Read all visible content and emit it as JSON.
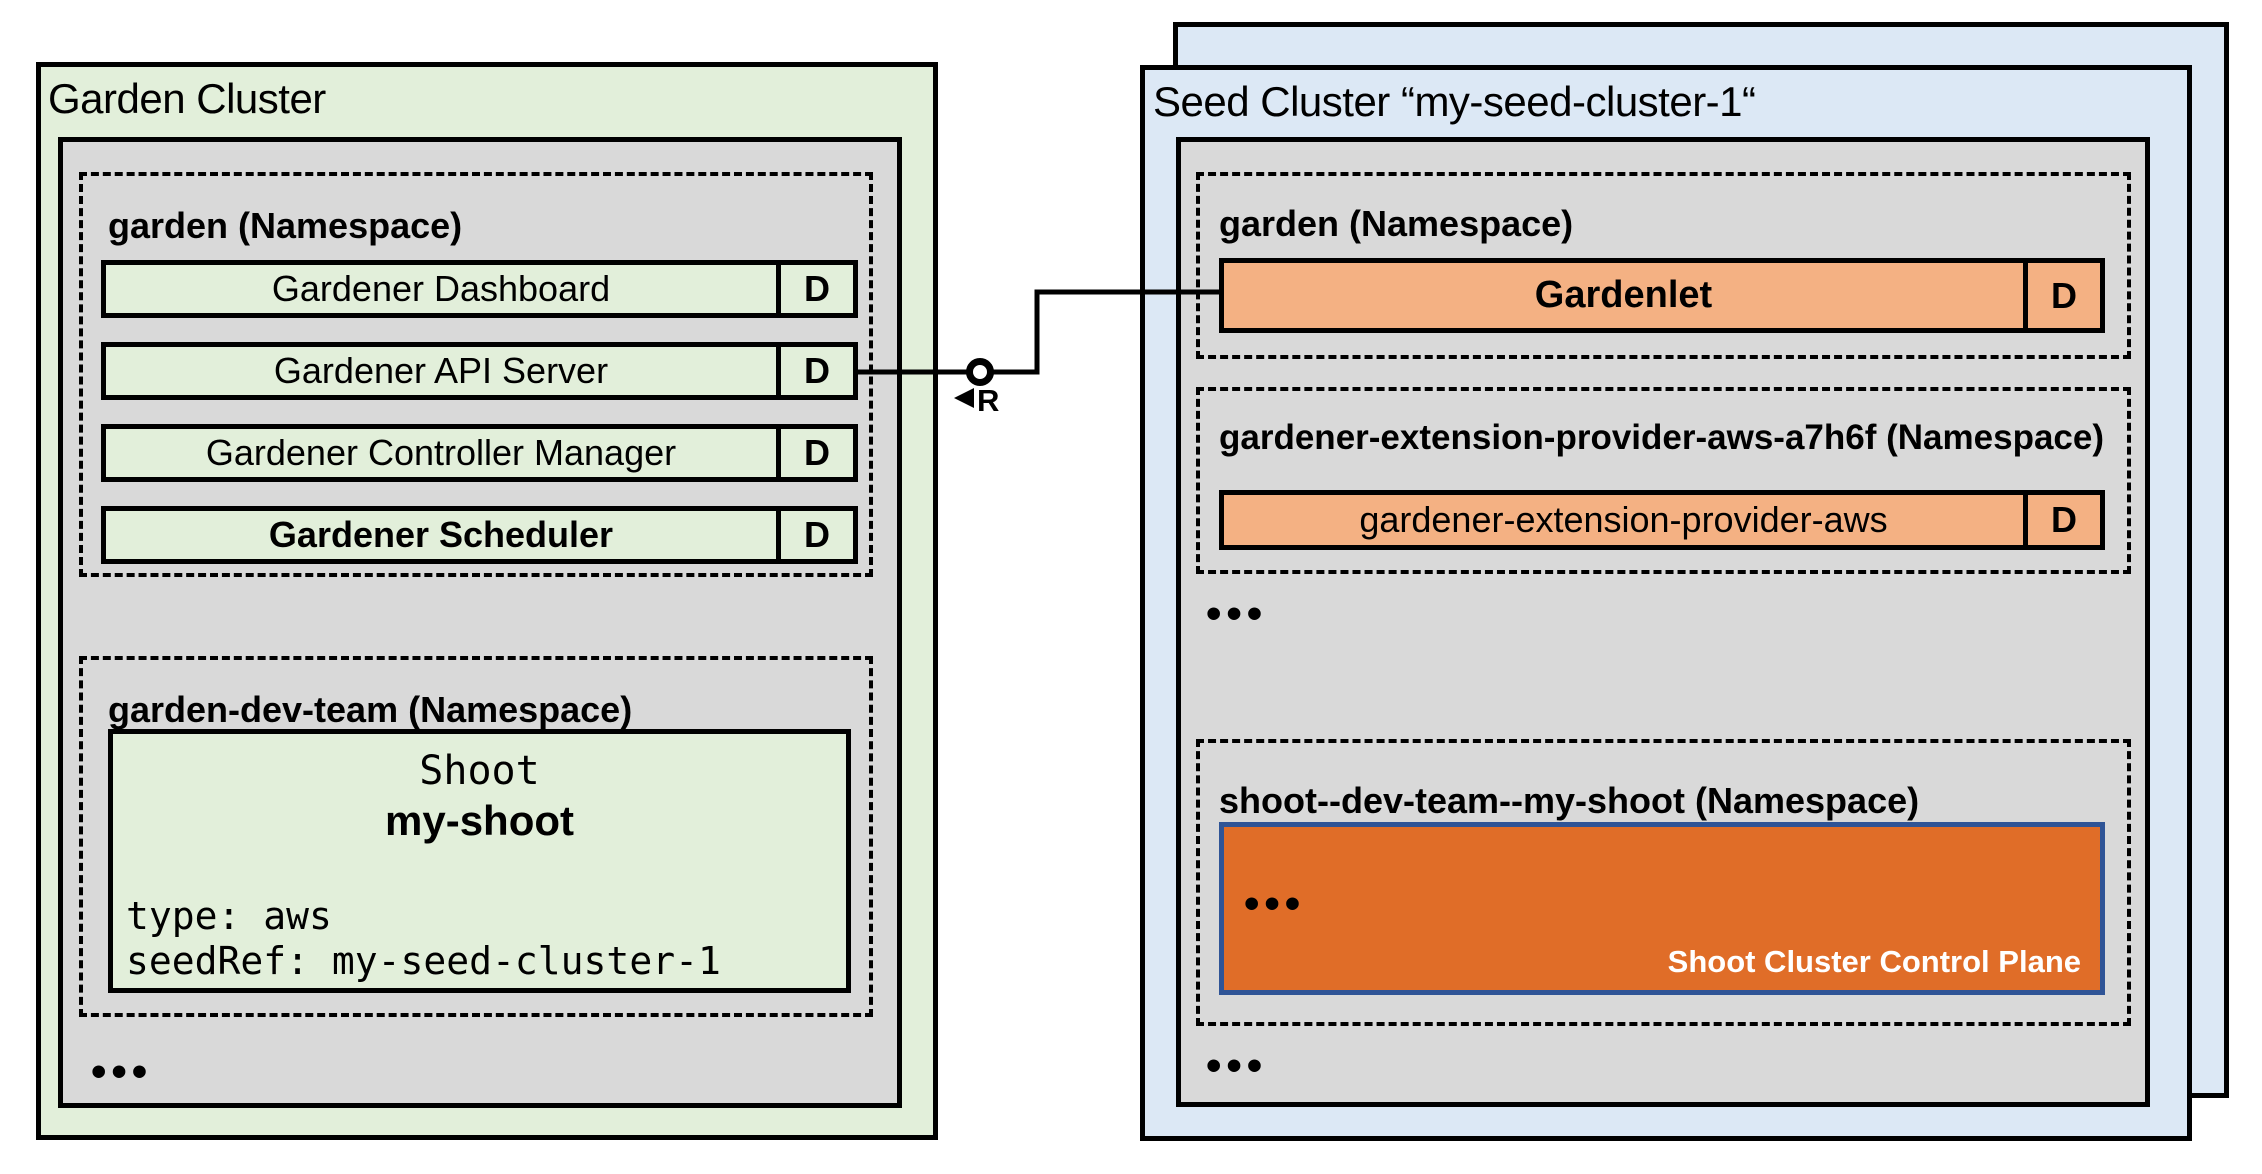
{
  "garden_cluster": {
    "title": "Garden Cluster",
    "garden_namespace": {
      "label": "garden (Namespace)",
      "deployments": [
        {
          "name": "Gardener Dashboard",
          "badge": "D"
        },
        {
          "name": "Gardener API Server",
          "badge": "D"
        },
        {
          "name": "Gardener Controller Manager",
          "badge": "D"
        },
        {
          "name": "Gardener Scheduler",
          "badge": "D"
        }
      ]
    },
    "dev_namespace": {
      "label": "garden-dev-team (Namespace)",
      "shoot": {
        "kind": "Shoot",
        "name": "my-shoot",
        "spec_lines": [
          "type: aws",
          "seedRef: my-seed-cluster-1"
        ]
      }
    },
    "ellipsis": "•••"
  },
  "seed_cluster": {
    "title": "Seed Cluster “my-seed-cluster-1“",
    "garden_namespace": {
      "label": "garden (Namespace)",
      "deployments": [
        {
          "name": "Gardenlet",
          "badge": "D"
        }
      ]
    },
    "extension_namespace": {
      "label": "gardener-extension-provider-aws-a7h6f (Namespace)",
      "deployments": [
        {
          "name": "gardener-extension-provider-aws",
          "badge": "D"
        }
      ]
    },
    "ellipsis_top": "•••",
    "shoot_namespace": {
      "label": "shoot--dev-team--my-shoot (Namespace)",
      "control_plane": {
        "ellipsis": "•••",
        "label": "Shoot Cluster Control Plane"
      }
    },
    "ellipsis_bottom": "•••"
  },
  "connector": {
    "label": "R"
  },
  "colors": {
    "cluster_green": "#e2efda",
    "cluster_blue": "#dce8f5",
    "namespace_gray": "#d9d9d9",
    "component_orange": "#f4b183",
    "control_plane_orange": "#e06d28",
    "control_plane_border_blue": "#2f5496",
    "line_black": "#000000"
  }
}
